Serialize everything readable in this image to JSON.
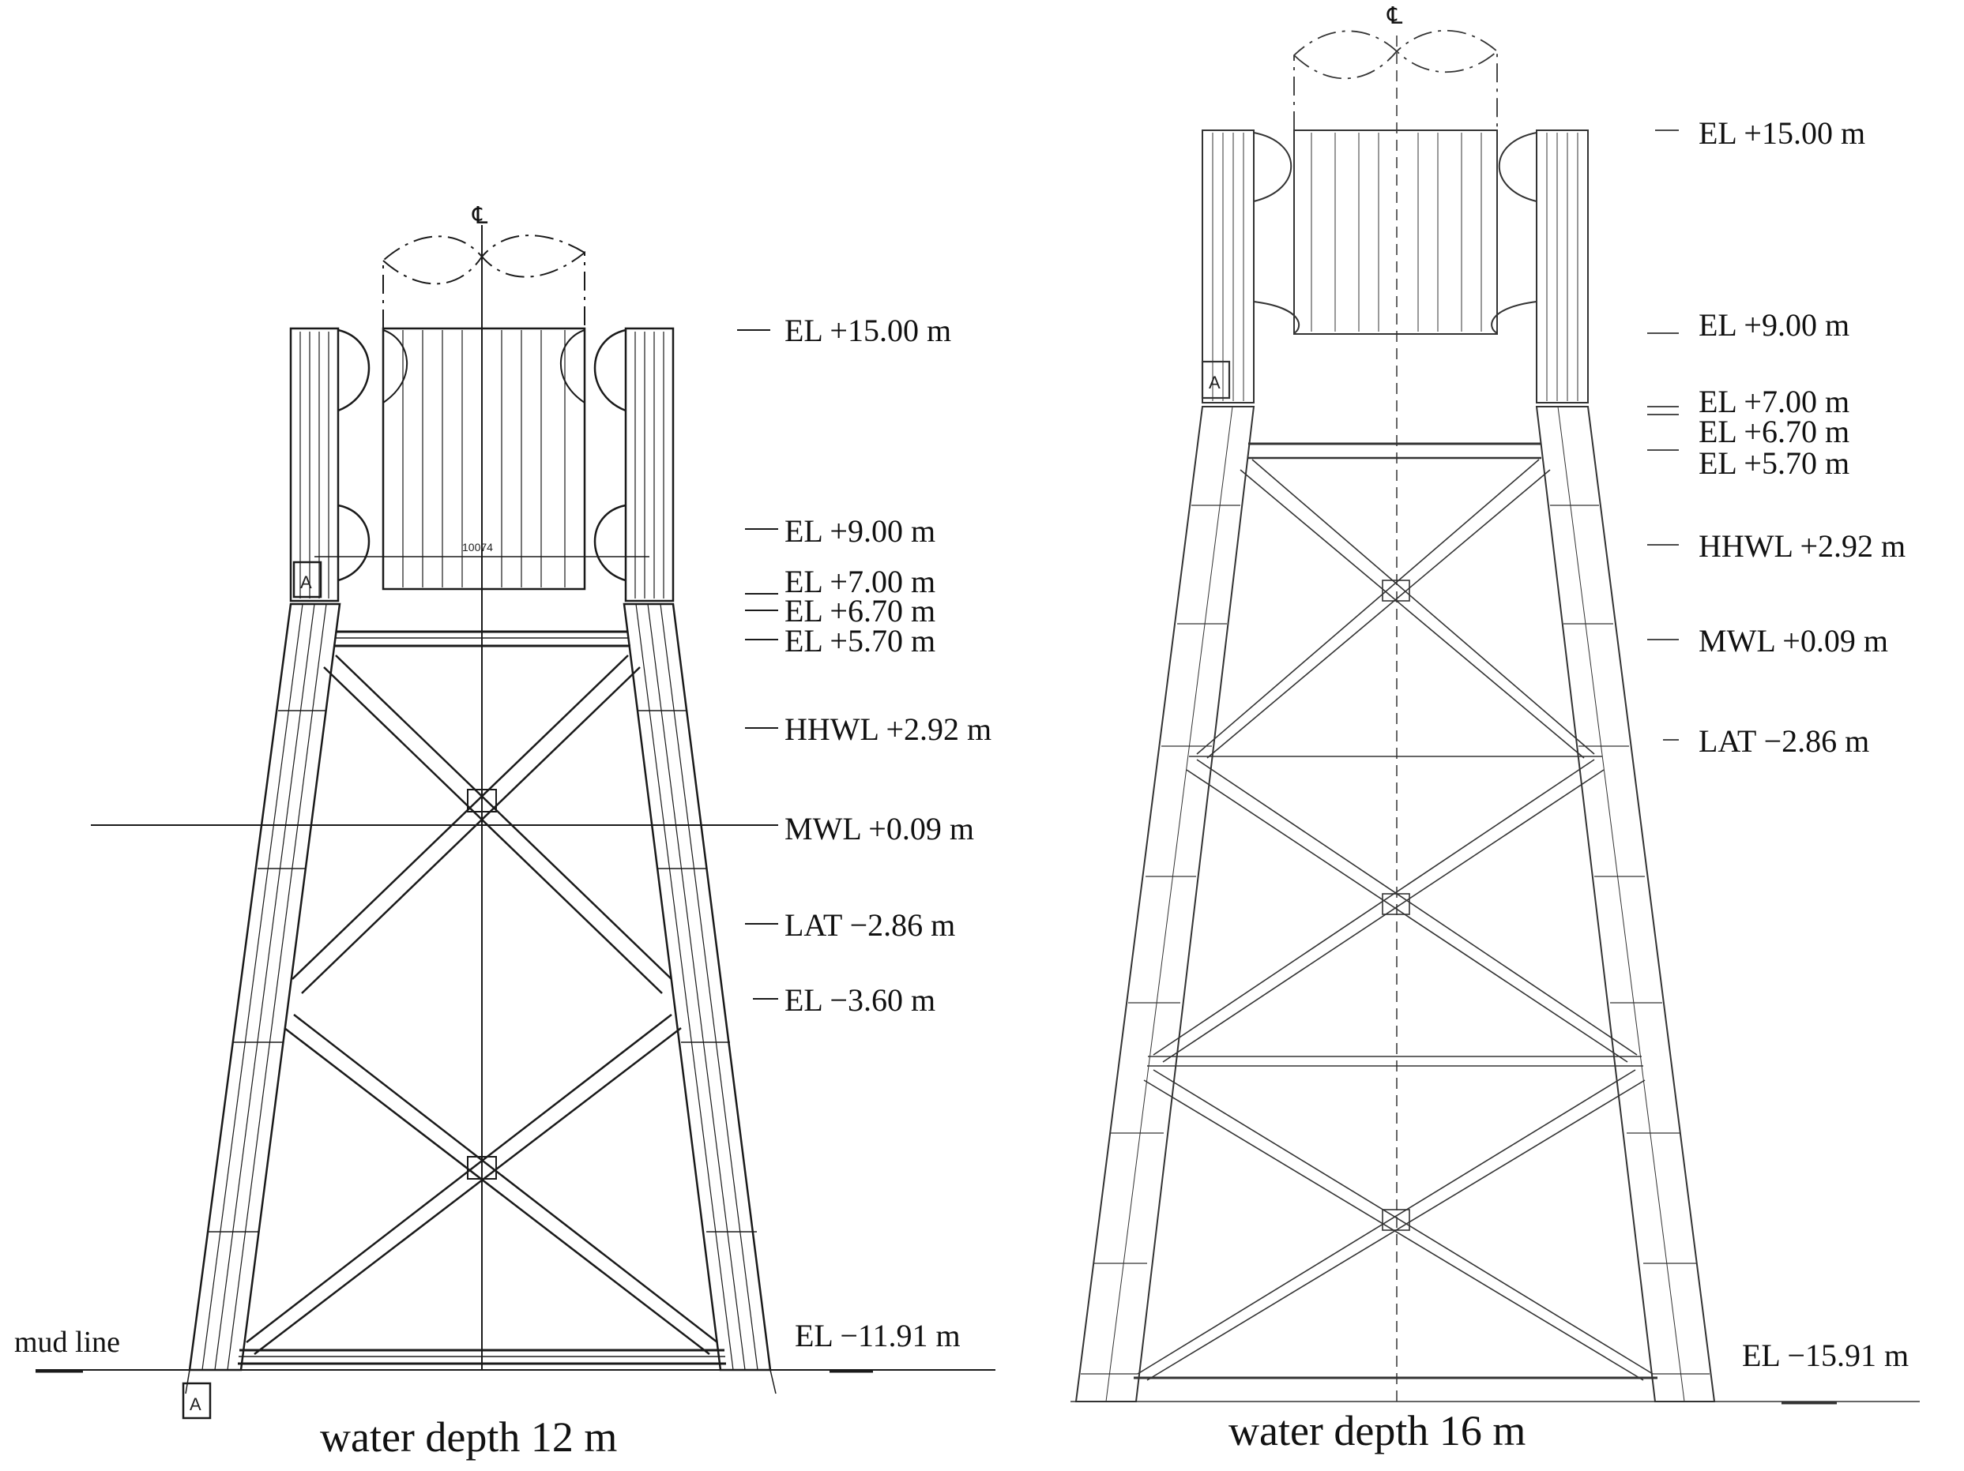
{
  "centerline_symbol": "℄",
  "section_marker": "A",
  "left_jacket": {
    "caption": "water depth 12 m",
    "mud_line_label": "mud line",
    "dimension_label": "10074",
    "elevations": [
      "EL +15.00 m",
      "EL +9.00 m",
      "EL +7.00 m",
      "EL +6.70 m",
      "EL +5.70 m",
      "HHWL +2.92 m",
      "MWL +0.09 m",
      "LAT −2.86 m",
      "EL −3.60 m",
      "EL −11.91 m"
    ]
  },
  "right_jacket": {
    "caption": "water depth 16 m",
    "elevations": [
      "EL +15.00 m",
      "EL +9.00 m",
      "EL +7.00 m",
      "EL +6.70 m",
      "EL +5.70 m",
      "HHWL +2.92 m",
      "MWL +0.09 m",
      "LAT −2.86 m",
      "EL −15.91 m"
    ]
  },
  "colors": {
    "line": "#1a1a1a",
    "background": "#ffffff"
  }
}
